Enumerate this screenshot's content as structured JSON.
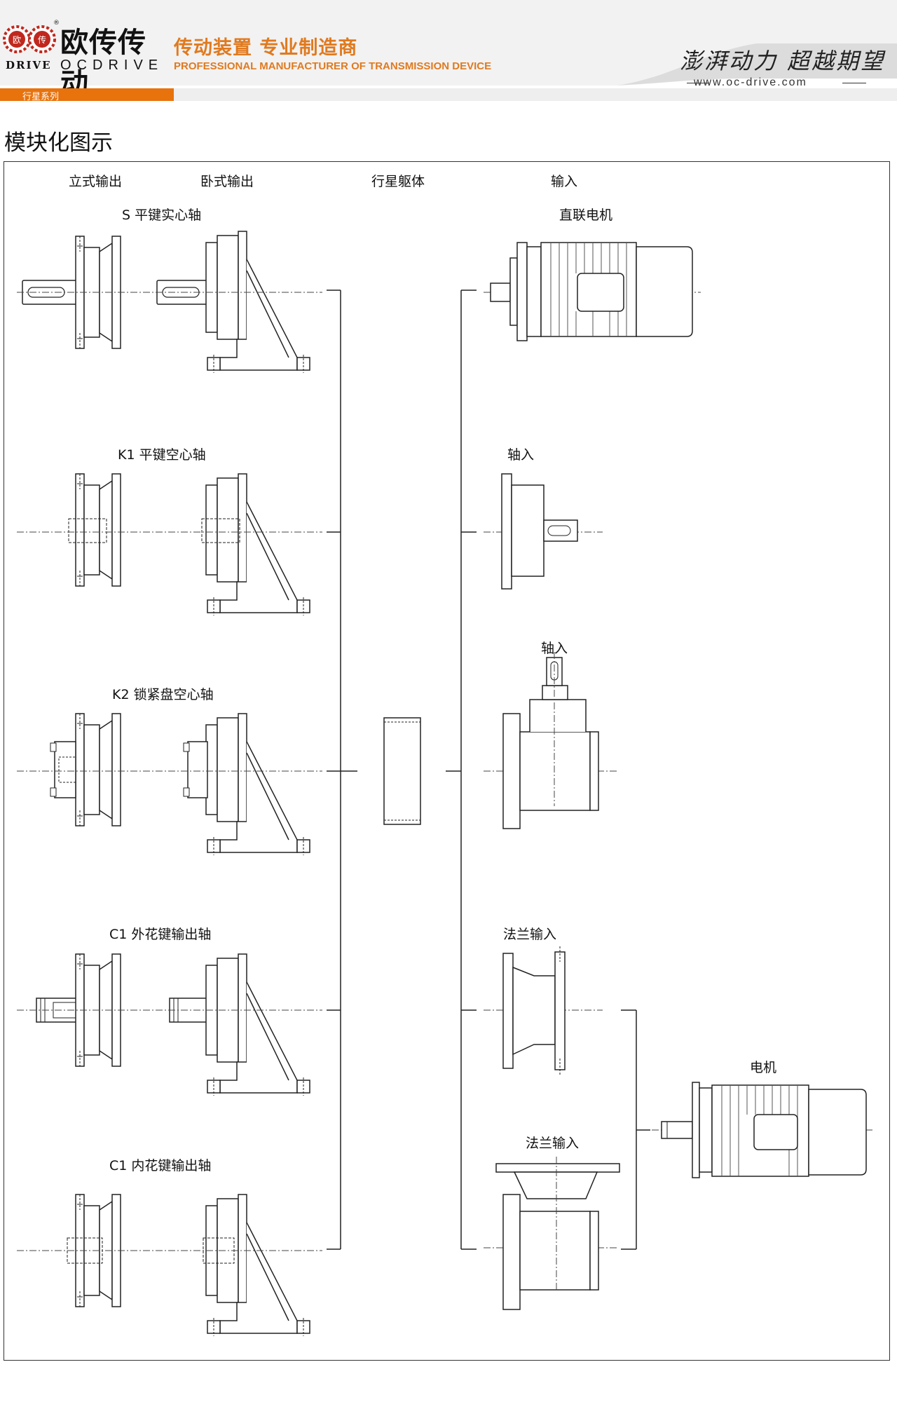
{
  "header": {
    "logo_cn": "欧传传动",
    "logo_en_left": "DRIVE",
    "logo_en_right": "OCDRIVE",
    "logo_badge_1": "欧",
    "logo_badge_2": "传",
    "reg_mark": "®",
    "tagline_cn": "传动装置 专业制造商",
    "tagline_en": "PROFESSIONAL MANUFACTURER OF TRANSMISSION DEVICE",
    "slogan": "澎湃动力 超越期望",
    "website": "www.oc-drive.com",
    "series_label": "行星系列",
    "accent_color": "#e8720c"
  },
  "page_title": "模块化图示",
  "columns": {
    "vertical_output": "立式输出",
    "horizontal_output": "卧式输出",
    "planetary_body": "行星躯体",
    "input": "输入"
  },
  "outputs": [
    {
      "label": "S 平键实心轴"
    },
    {
      "label": "K1 平键空心轴"
    },
    {
      "label": "K2 锁紧盘空心轴"
    },
    {
      "label": "C1 外花键输出轴"
    },
    {
      "label": "C1 内花键输出轴"
    }
  ],
  "inputs": [
    {
      "label": "直联电机"
    },
    {
      "label": "轴入"
    },
    {
      "label": "轴入"
    },
    {
      "label": "法兰输入"
    },
    {
      "label": "法兰输入"
    }
  ],
  "motor_label": "电机"
}
